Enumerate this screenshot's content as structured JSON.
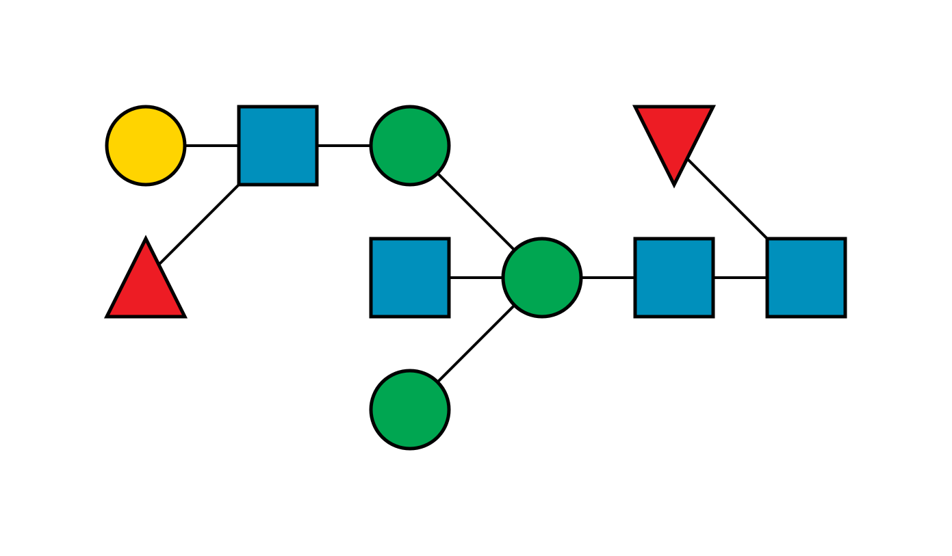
{
  "colors": {
    "background": "#ffffff",
    "outline": "#000000",
    "galactose": "#FFD400",
    "glcnac": "#0090BC",
    "mannose": "#00A651",
    "fucose": "#ED1C24"
  },
  "nodes": [
    {
      "id": "gal",
      "shape": "circle",
      "symbol": "yellow-circle",
      "color": "#FFD400"
    },
    {
      "id": "glcnac-antenna",
      "shape": "square",
      "symbol": "blue-square",
      "color": "#0090BC"
    },
    {
      "id": "man-upper",
      "shape": "circle",
      "symbol": "green-circle",
      "color": "#00A651"
    },
    {
      "id": "fuc-antenna",
      "shape": "triangle-up",
      "symbol": "red-triangle",
      "color": "#ED1C24"
    },
    {
      "id": "glcnac-bisecting",
      "shape": "square",
      "symbol": "blue-square",
      "color": "#0090BC"
    },
    {
      "id": "man-core",
      "shape": "circle",
      "symbol": "green-circle",
      "color": "#00A651"
    },
    {
      "id": "glcnac-core-2",
      "shape": "square",
      "symbol": "blue-square",
      "color": "#0090BC"
    },
    {
      "id": "glcnac-core-1",
      "shape": "square",
      "symbol": "blue-square",
      "color": "#0090BC"
    },
    {
      "id": "fuc-core",
      "shape": "triangle-down",
      "symbol": "red-triangle",
      "color": "#ED1C24"
    },
    {
      "id": "man-lower",
      "shape": "circle",
      "symbol": "green-circle",
      "color": "#00A651"
    }
  ],
  "links": [
    {
      "from": "gal",
      "to": "glcnac-antenna"
    },
    {
      "from": "glcnac-antenna",
      "to": "man-upper"
    },
    {
      "from": "glcnac-antenna",
      "to": "fuc-antenna"
    },
    {
      "from": "man-upper",
      "to": "man-core"
    },
    {
      "from": "glcnac-bisecting",
      "to": "man-core"
    },
    {
      "from": "man-core",
      "to": "glcnac-core-2"
    },
    {
      "from": "man-core",
      "to": "man-lower"
    },
    {
      "from": "glcnac-core-2",
      "to": "glcnac-core-1"
    },
    {
      "from": "glcnac-core-1",
      "to": "fuc-core"
    }
  ]
}
